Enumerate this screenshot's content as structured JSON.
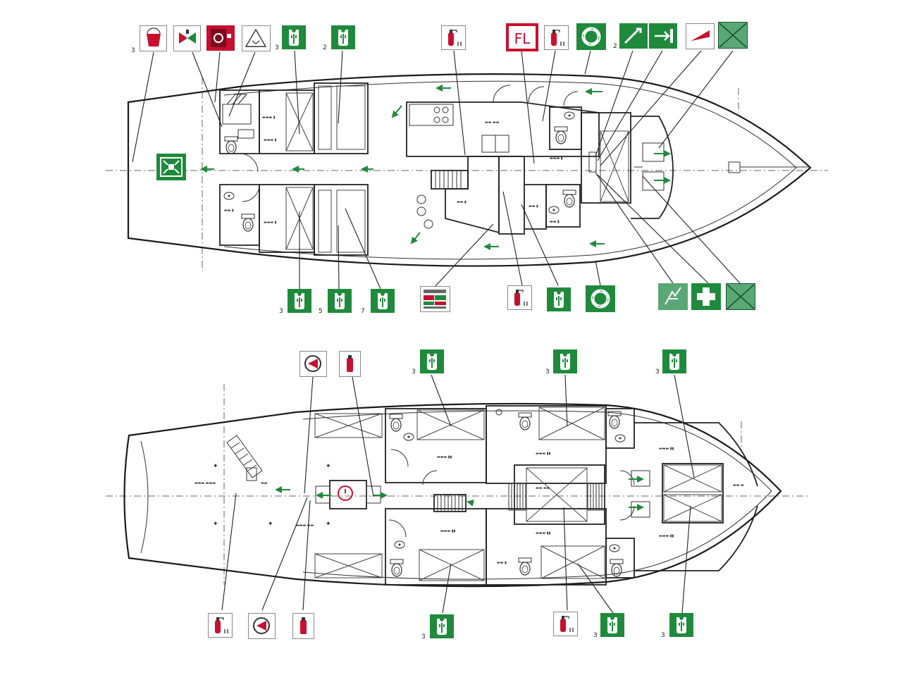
{
  "colors": {
    "safety_green": "#1f8a3c",
    "fire_red": "#c8102e",
    "line": "#1a1a1a"
  },
  "signs": {
    "upper": [
      {
        "icon": "fire-bucket-icon",
        "num": "3"
      },
      {
        "icon": "fire-valve-icon",
        "num": ""
      },
      {
        "icon": "fire-hose-box-icon",
        "num": ""
      },
      {
        "icon": "warning-triangle-icon",
        "num": ""
      },
      {
        "icon": "life-jacket-icon",
        "num": "3"
      },
      {
        "icon": "life-jacket-icon",
        "num": "2"
      },
      {
        "icon": "fire-extinguisher-icon",
        "num": ""
      },
      {
        "icon": "flare-sign-icon",
        "num": "",
        "text": "FL"
      },
      {
        "icon": "fire-extinguisher-icon",
        "num": ""
      },
      {
        "icon": "lifebuoy-icon",
        "num": ""
      },
      {
        "icon": "line-thrower-icon",
        "num": "2"
      },
      {
        "icon": "emergency-exit-icon",
        "num": ""
      },
      {
        "icon": "signal-flag-icon",
        "num": ""
      },
      {
        "icon": "liferaft-icon",
        "num": ""
      },
      {
        "icon": "muster-station-icon",
        "num": ""
      },
      {
        "icon": "life-jacket-icon",
        "num": "3"
      },
      {
        "icon": "life-jacket-icon",
        "num": "5"
      },
      {
        "icon": "life-jacket-icon",
        "num": "7"
      },
      {
        "icon": "first-aid-chart-icon",
        "num": ""
      },
      {
        "icon": "fire-extinguisher-icon",
        "num": ""
      },
      {
        "icon": "life-jacket-icon",
        "num": ""
      },
      {
        "icon": "lifebuoy-icon",
        "num": ""
      },
      {
        "icon": "immersion-suit-icon",
        "num": ""
      },
      {
        "icon": "first-aid-icon",
        "num": ""
      },
      {
        "icon": "liferaft-icon",
        "num": ""
      }
    ],
    "lower": [
      {
        "icon": "fire-pump-icon",
        "num": ""
      },
      {
        "icon": "fire-extinguisher-small-icon",
        "num": ""
      },
      {
        "icon": "life-jacket-icon",
        "num": "3"
      },
      {
        "icon": "life-jacket-icon",
        "num": "3"
      },
      {
        "icon": "life-jacket-icon",
        "num": "3"
      },
      {
        "icon": "fire-extinguisher-icon",
        "num": ""
      },
      {
        "icon": "fire-pump-icon",
        "num": ""
      },
      {
        "icon": "fire-extinguisher-small-icon",
        "num": ""
      },
      {
        "icon": "life-jacket-icon",
        "num": "3"
      },
      {
        "icon": "fire-extinguisher-icon",
        "num": ""
      },
      {
        "icon": "life-jacket-icon",
        "num": "3"
      },
      {
        "icon": "life-jacket-icon",
        "num": "3"
      }
    ]
  }
}
